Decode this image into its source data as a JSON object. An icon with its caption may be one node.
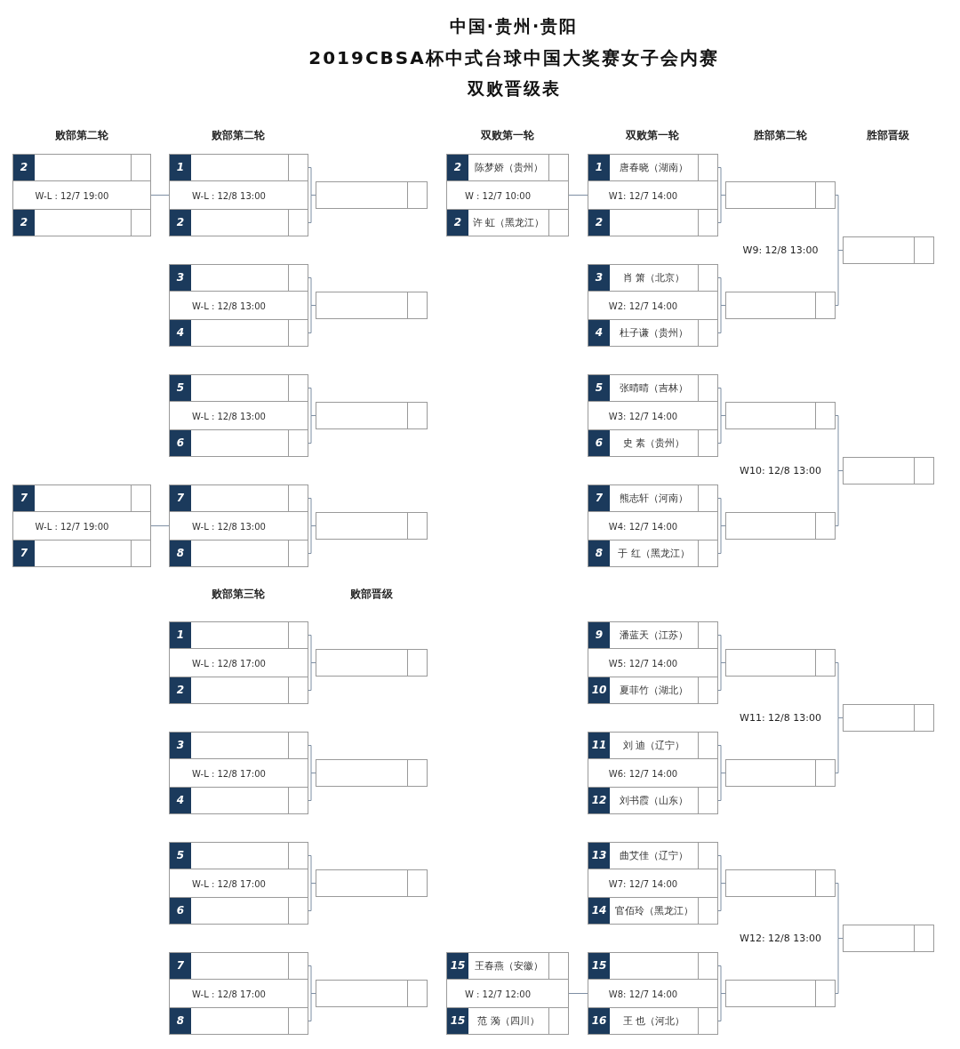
{
  "diagram": {
    "title": "2019CBSA杯中式台球中国大奖赛女子会内赛",
    "nodes": [
      {
        "text": [
          "W-L : 12/7 19:00"
        ]
      },
      {
        "text": [
          "2"
        ],
        "in": 0
      },
      {
        "text": [
          "2"
        ],
        "in": 0
      },
      {
        "text": [
          "W-L : 12/8 13:00"
        ]
      },
      {
        "text": [
          "1"
        ],
        "in": 3
      },
      {
        "text": [
          "2"
        ],
        "in": 3
      },
      {
        "text": [],
        "shape": "box"
      },
      {
        "text": [
          "W-L : 12/8 13:00"
        ]
      },
      {
        "text": [
          "3"
        ],
        "in": 7
      },
      {
        "text": [
          "4"
        ],
        "in": 7
      },
      {
        "text": [],
        "shape": "box"
      },
      {
        "text": [
          "W-L : 12/8 13:00"
        ]
      },
      {
        "text": [
          "5"
        ],
        "in": 11
      },
      {
        "text": [
          "6"
        ],
        "in": 11
      },
      {
        "text": [],
        "shape": "box"
      },
      {
        "text": [
          "W-L : 12/7 19:00"
        ]
      },
      {
        "text": [
          "7"
        ],
        "in": 15
      },
      {
        "text": [
          "7"
        ],
        "in": 15
      },
      {
        "text": [
          "W-L : 12/8 13:00"
        ]
      },
      {
        "text": [
          "7"
        ],
        "in": 18
      },
      {
        "text": [
          "8"
        ],
        "in": 18
      },
      {
        "text": [],
        "shape": "box"
      },
      {
        "text": [
          "W-L : 12/8 17:00"
        ]
      },
      {
        "text": [
          "1"
        ],
        "in": 22
      },
      {
        "text": [
          "2"
        ],
        "in": 22
      },
      {
        "text": [],
        "shape": "box"
      },
      {
        "text": [
          "W-L : 12/8 17:00"
        ]
      },
      {
        "text": [
          "3"
        ],
        "in": 26
      },
      {
        "text": [
          "4"
        ],
        "in": 26
      },
      {
        "text": [],
        "shape": "box"
      },
      {
        "text": [
          "W-L : 12/8 17:00"
        ]
      },
      {
        "text": [
          "5"
        ],
        "in": 30
      },
      {
        "text": [
          "6"
        ],
        "in": 30
      },
      {
        "text": [],
        "shape": "box"
      },
      {
        "text": [
          "W-L : 12/8 17:00"
        ]
      },
      {
        "text": [
          "7"
        ],
        "in": 34
      },
      {
        "text": [
          "8"
        ],
        "in": 34
      },
      {
        "text": [],
        "shape": "box"
      },
      {
        "text": [
          "W : 12/7 10:00"
        ]
      },
      {
        "text": [
          "2",
          "陈梦娇（贵州）"
        ],
        "in": 38
      },
      {
        "text": [
          "2",
          "许 虹（黑龙江）"
        ],
        "in": 38
      },
      {
        "text": [
          "W1: 12/7 14:00"
        ]
      },
      {
        "text": [
          "1",
          "唐春晓（湖南）"
        ],
        "in": 41
      },
      {
        "text": [
          "2"
        ],
        "in": 41
      },
      {
        "text": [
          "W2: 12/7 14:00"
        ]
      },
      {
        "text": [
          "3",
          "肖 箫（北京）"
        ],
        "in": 44
      },
      {
        "text": [
          "4",
          "杜子谦（贵州）"
        ],
        "in": 44
      },
      {
        "text": [],
        "shape": "box"
      },
      {
        "text": [],
        "shape": "box"
      },
      {
        "text": [],
        "shape": "box"
      },
      {
        "text": [
          "W3: 12/7 14:00"
        ]
      },
      {
        "text": [
          "5",
          "张晴晴（吉林）"
        ],
        "in": 50
      },
      {
        "text": [
          "6",
          "史 素（贵州）"
        ],
        "in": 50
      },
      {
        "text": [
          "W4: 12/7 14:00"
        ]
      },
      {
        "text": [
          "7",
          "熊志轩（河南）"
        ],
        "in": 53
      },
      {
        "text": [
          "8",
          "于 红（黑龙江）"
        ],
        "in": 53
      },
      {
        "text": [],
        "shape": "box"
      },
      {
        "text": [],
        "shape": "box"
      },
      {
        "text": [],
        "shape": "box"
      },
      {
        "text": [
          "W5: 12/7 14:00"
        ]
      },
      {
        "text": [
          "9",
          "潘蓝天（江苏）"
        ],
        "in": 59
      },
      {
        "text": [
          "10",
          "夏菲竹（湖北）"
        ],
        "in": 59
      },
      {
        "text": [
          "W6: 12/7 14:00"
        ]
      },
      {
        "text": [
          "11",
          "刘 迪（辽宁）"
        ],
        "in": 62
      },
      {
        "text": [
          "12",
          "刘书霞（山东）"
        ],
        "in": 62
      },
      {
        "text": [],
        "shape": "box"
      },
      {
        "text": [],
        "shape": "box"
      },
      {
        "text": [],
        "shape": "box"
      },
      {
        "text": [
          "W7: 12/7 14:00"
        ]
      },
      {
        "text": [
          "13",
          "曲艾佳（辽宁）"
        ],
        "in": 68
      },
      {
        "text": [
          "14",
          "官佰玲（黑龙江）"
        ],
        "in": 68
      },
      {
        "text": [
          "W : 12/7 12:00"
        ]
      },
      {
        "text": [
          "15",
          "王春燕（安徽）"
        ],
        "in": 71
      },
      {
        "text": [
          "15",
          "范 漪（四川）"
        ],
        "in": 71
      },
      {
        "text": [
          "W8: 12/7 14:00"
        ]
      },
      {
        "text": [
          "15"
        ],
        "in": 74
      },
      {
        "text": [
          "16",
          "王 也（河北）"
        ],
        "in": 74
      },
      {
        "text": [],
        "shape": "box"
      },
      {
        "text": [],
        "shape": "box"
      },
      {
        "text": [],
        "shape": "box"
      }
    ],
    "edges": [
      {
        "from": 0,
        "to": 3,
        "arrow": "none"
      },
      {
        "from": 4,
        "to": 6,
        "arrow": "none"
      },
      {
        "from": 5,
        "to": 6,
        "arrow": "none"
      },
      {
        "from": 8,
        "to": 10,
        "arrow": "none"
      },
      {
        "from": 9,
        "to": 10,
        "arrow": "none"
      },
      {
        "from": 12,
        "to": 14,
        "arrow": "none"
      },
      {
        "from": 13,
        "to": 14,
        "arrow": "none"
      },
      {
        "from": 15,
        "to": 18,
        "arrow": "none"
      },
      {
        "from": 19,
        "to": 21,
        "arrow": "none"
      },
      {
        "from": 20,
        "to": 21,
        "arrow": "none"
      },
      {
        "from": 23,
        "to": 25,
        "arrow": "none"
      },
      {
        "from": 24,
        "to": 25,
        "arrow": "none"
      },
      {
        "from": 27,
        "to": 29,
        "arrow": "none"
      },
      {
        "from": 28,
        "to": 29,
        "arrow": "none"
      },
      {
        "from": 31,
        "to": 33,
        "arrow": "none"
      },
      {
        "from": 32,
        "to": 33,
        "arrow": "none"
      },
      {
        "from": 35,
        "to": 37,
        "arrow": "none"
      },
      {
        "from": 36,
        "to": 37,
        "arrow": "none"
      },
      {
        "from": 38,
        "to": 41,
        "arrow": "none"
      },
      {
        "from": 42,
        "to": 47,
        "arrow": "none"
      },
      {
        "from": 43,
        "to": 47,
        "arrow": "none"
      },
      {
        "from": 45,
        "to": 48,
        "arrow": "none"
      },
      {
        "from": 46,
        "to": 48,
        "arrow": "none"
      },
      {
        "from": 47,
        "to": 49,
        "arrow": "none"
      },
      {
        "from": 48,
        "to": 49,
        "arrow": "none"
      },
      {
        "from": 51,
        "to": 56,
        "arrow": "none"
      },
      {
        "from": 52,
        "to": 56,
        "arrow": "none"
      },
      {
        "from": 54,
        "to": 57,
        "arrow": "none"
      },
      {
        "from": 55,
        "to": 57,
        "arrow": "none"
      },
      {
        "from": 56,
        "to": 58,
        "arrow": "none"
      },
      {
        "from": 57,
        "to": 58,
        "arrow": "none"
      },
      {
        "from": 60,
        "to": 65,
        "arrow": "none"
      },
      {
        "from": 61,
        "to": 65,
        "arrow": "none"
      },
      {
        "from": 63,
        "to": 66,
        "arrow": "none"
      },
      {
        "from": 64,
        "to": 66,
        "arrow": "none"
      },
      {
        "from": 65,
        "to": 67,
        "arrow": "none"
      },
      {
        "from": 66,
        "to": 67,
        "arrow": "none"
      },
      {
        "from": 69,
        "to": 77,
        "arrow": "none"
      },
      {
        "from": 70,
        "to": 77,
        "arrow": "none"
      },
      {
        "from": 71,
        "to": 74,
        "arrow": "none"
      },
      {
        "from": 75,
        "to": 78,
        "arrow": "none"
      },
      {
        "from": 76,
        "to": 78,
        "arrow": "none"
      },
      {
        "from": 77,
        "to": 79,
        "arrow": "none"
      },
      {
        "from": 78,
        "to": 79,
        "arrow": "none"
      }
    ],
    "labels": [
      "中国·贵州·贵阳",
      "双败晋级表",
      "败部第二轮",
      "败部第二轮",
      "双败第一轮",
      "双败第一轮",
      "胜部第二轮",
      "胜部晋级",
      "W9: 12/8 13:00",
      "W10: 12/8 13:00",
      "败部第三轮",
      "败部晋级",
      "W11: 12/8 13:00",
      "W12: 12/8 13:00"
    ]
  }
}
